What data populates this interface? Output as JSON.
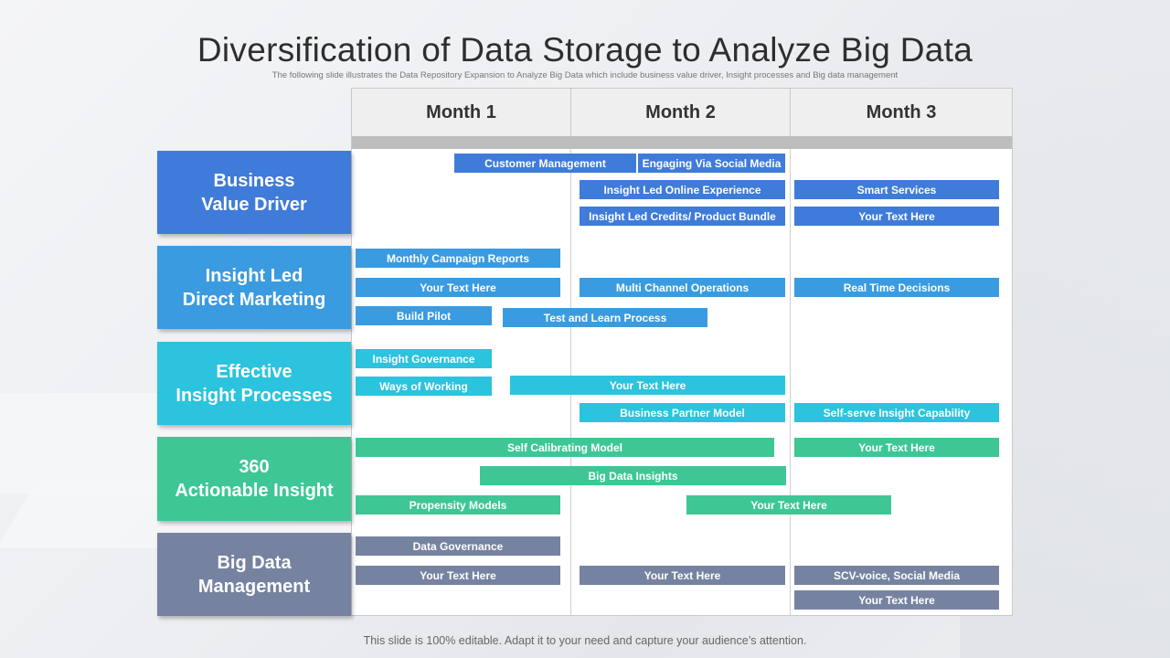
{
  "title": "Diversification of Data Storage to Analyze Big Data",
  "subtitle": "The following slide illustrates the Data Repository Expansion to Analyze Big Data  which include business value driver, Insight processes and Big data management",
  "footer": "This slide is 100% editable. Adapt it to your need and capture your audience’s attention.",
  "months": [
    "Month 1",
    "Month 2",
    "Month 3"
  ],
  "categories": [
    {
      "label": "Business\nValue Driver",
      "color": "#3f7bd9"
    },
    {
      "label": "Insight Led\nDirect Marketing",
      "color": "#3a9be0"
    },
    {
      "label": "Effective\nInsight Processes",
      "color": "#2bc3de"
    },
    {
      "label": "360\nActionable Insight",
      "color": "#3ec795"
    },
    {
      "label": "Big Data\nManagement",
      "color": "#7683a0"
    }
  ],
  "tasks": {
    "business_value_driver": [
      "Customer Management",
      "Engaging Via Social Media",
      "Insight Led Online Experience",
      "Smart Services",
      "Insight Led Credits/ Product Bundle",
      "Your Text Here"
    ],
    "insight_led_direct_marketing": [
      "Monthly Campaign Reports",
      "Your Text Here",
      "Multi Channel Operations",
      "Real Time Decisions",
      "Build Pilot",
      "Test and Learn Process"
    ],
    "effective_insight_processes": [
      "Insight Governance",
      "Ways of Working",
      "Your Text Here",
      "Business Partner Model",
      "Self-serve Insight Capability"
    ],
    "actionable_insight_360": [
      "Self Calibrating Model",
      "Your Text Here",
      "Big Data Insights",
      "Propensity Models",
      "Your Text Here"
    ],
    "big_data_management": [
      "Data Governance",
      "Your Text Here",
      "Your Text Here",
      "SCV-voice, Social Media",
      "Your Text Here"
    ]
  }
}
